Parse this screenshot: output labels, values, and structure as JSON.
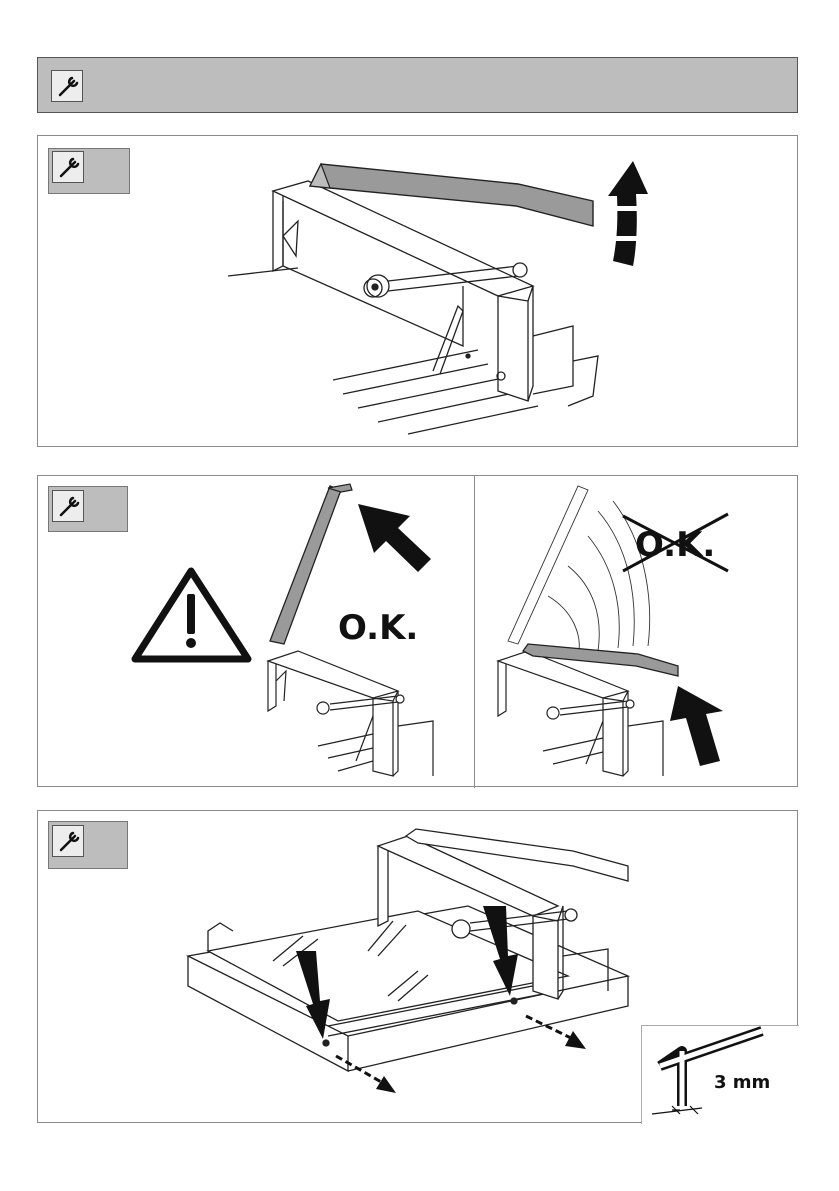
{
  "header": {
    "icon": "wrench-icon"
  },
  "panel1": {
    "icon": "wrench-icon"
  },
  "panel2": {
    "icon": "wrench-icon",
    "left": {
      "label": "O.K.",
      "warning_icon": "warning-triangle-icon"
    },
    "right": {
      "label": "O.K.",
      "crossed": true
    }
  },
  "panel3": {
    "icon": "wrench-icon",
    "inset": {
      "size_label": "3 mm",
      "tool_icon": "hex-key-icon"
    }
  },
  "colors": {
    "accent_gray": "#bdbdbd",
    "lever_gray": "#9a9a9a",
    "arrow_black": "#111111"
  }
}
